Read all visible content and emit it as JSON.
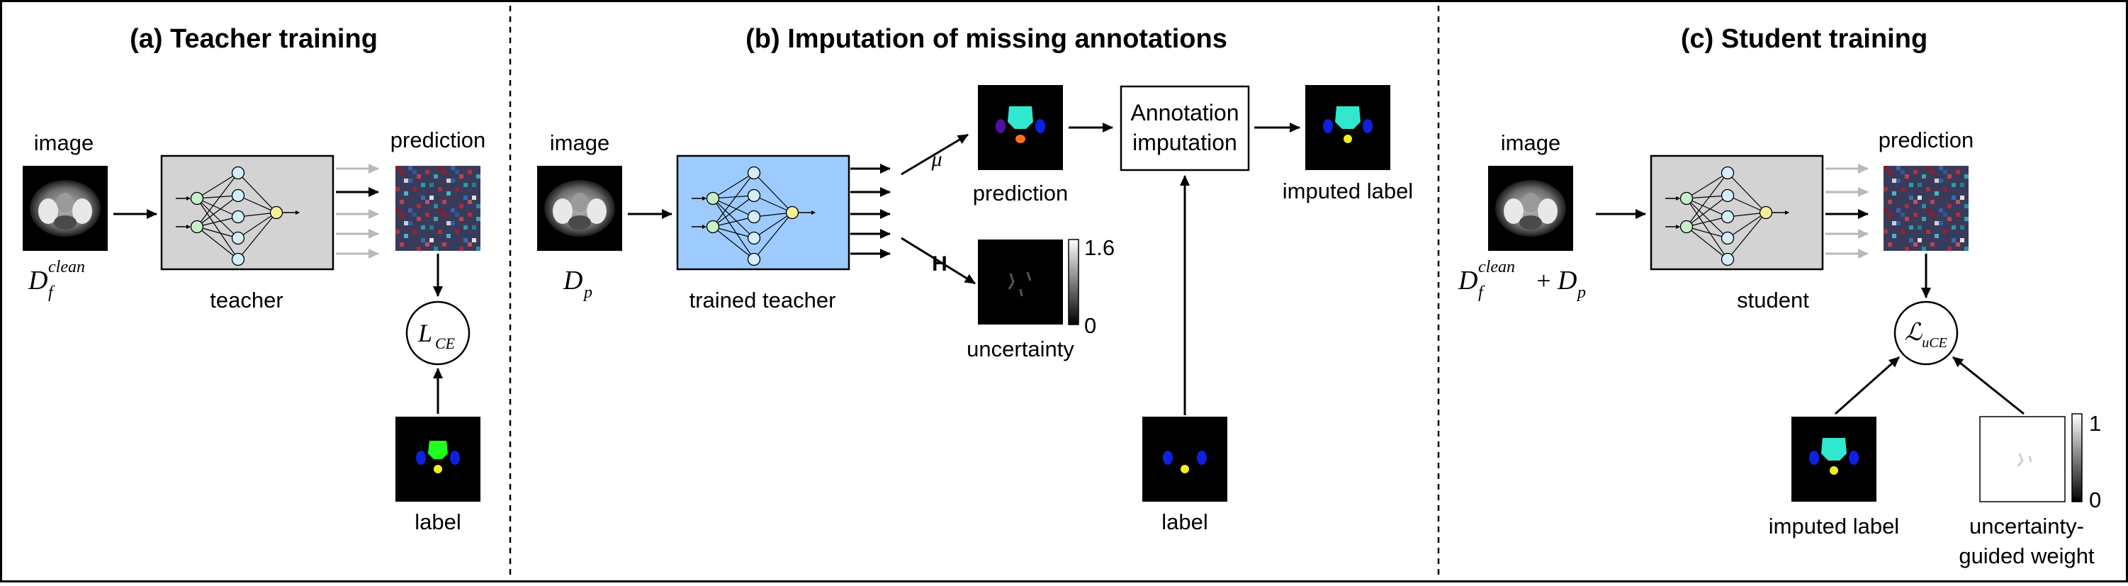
{
  "panels": {
    "a": {
      "title": "(a) Teacher training",
      "image_label": "image",
      "dataset_symbol": "D",
      "dataset_sub": "f",
      "dataset_sup": "clean",
      "network_label": "teacher",
      "prediction_label": "prediction",
      "loss_symbol": "L",
      "loss_sub": "CE",
      "label_label": "label"
    },
    "b": {
      "title": "(b) Imputation of missing annotations",
      "image_label": "image",
      "dataset_symbol": "D",
      "dataset_sub": "p",
      "network_label": "trained teacher",
      "mu_symbol": "μ",
      "h_symbol": "H",
      "prediction_label": "prediction",
      "uncertainty_label": "uncertainty",
      "colorbar_max": "1.6",
      "colorbar_min": "0",
      "imputation_line1": "Annotation",
      "imputation_line2": "imputation",
      "imputed_label": "imputed label",
      "label_label": "label"
    },
    "c": {
      "title": "(c) Student training",
      "image_label": "image",
      "dataset_symbol1": "D",
      "dataset_sub1": "f",
      "dataset_sup1": "clean",
      "dataset_plus": "+",
      "dataset_symbol2": "D",
      "dataset_sub2": "p",
      "network_label": "student",
      "prediction_label": "prediction",
      "loss_symbol": "ℒ",
      "loss_sub": "uCE",
      "imputed_label": "imputed label",
      "weight_line1": "uncertainty-",
      "weight_line2": "guided weight",
      "colorbar_max": "1",
      "colorbar_min": "0"
    }
  },
  "colors": {
    "teacher_box": "#d3d3d3",
    "trained_teacher_box": "#9ecbff",
    "node_green": "#c8f0c8",
    "node_blue": "#d4eef8",
    "node_yellow": "#f5f09a",
    "seg_cyan": "#30e8d0",
    "seg_green": "#20ff20",
    "seg_blue": "#1020e0",
    "seg_yellow": "#f0f020",
    "seg_orange": "#ff7020",
    "gray_arrow": "#b8b8b8"
  }
}
